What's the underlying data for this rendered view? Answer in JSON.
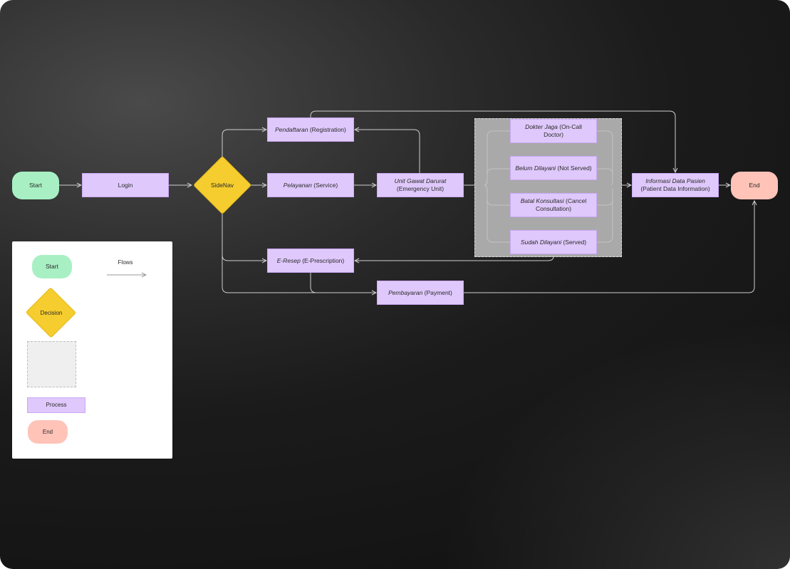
{
  "diagram": {
    "nodes": {
      "start": "Start",
      "login": "Login",
      "sidenav": "SideNav",
      "registration_id": "Pendaftaran",
      "registration_en": " (Registration)",
      "service_id": "Pelayanan",
      "service_en": " (Service)",
      "emergency_id": "Unit Gawat Darurat",
      "emergency_en": " (Emergency Unit)",
      "prescription_id": "E-Resep",
      "prescription_en": " (E-Prescription)",
      "payment_id": "Pembayaran",
      "payment_en": " (Payment)",
      "oncall_id": "Dokter Jaga",
      "oncall_en": " (On-Call Doctor)",
      "notserved_id": "Belum Dilayani",
      "notserved_en": " (Not Served)",
      "cancel_id": "Batal Konsultasi",
      "cancel_en": " (Cancel Consultation)",
      "served_id": "Sudah Dilayani",
      "served_en": " (Served)",
      "patientinfo_id": "Informasi Data Pasien",
      "patientinfo_en": " (Patient Data Information)",
      "end": "End"
    },
    "colors": {
      "process": "#dfc8fb",
      "start": "#a8f0c4",
      "end": "#ffc3b8",
      "decision": "#f5cd2e",
      "subgroup": "#a9a9a9",
      "arrow": "#cfcfcf"
    }
  },
  "legend": {
    "start": "Start",
    "flows": "Flows",
    "decision": "Decision",
    "process": "Process",
    "end": "End"
  }
}
